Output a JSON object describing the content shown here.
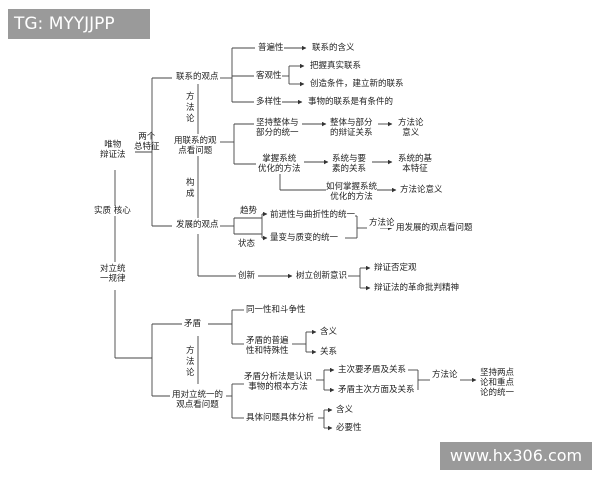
{
  "watermarks": {
    "top_left": "TG: MYYJJPP",
    "bottom_right": "www.hx306.com"
  },
  "root": "唯物\n辩证法",
  "root_edges": {
    "two_features": "两个\n总特征",
    "essence_core": "实质 核心"
  },
  "connection": {
    "title": "联系的观点",
    "universal": "普遍性",
    "universal_meaning": "联系的含义",
    "objective": "客观性",
    "objective_a": "把握真实联系",
    "objective_b": "创造条件，建立新的联系",
    "diverse": "多样性",
    "diverse_meaning": "事物的联系是有条件的",
    "method_link": "方\n法\n论"
  },
  "view_problems": {
    "title": "用联系的观\n点看问题",
    "whole_part": "坚持整体与\n部分的统一",
    "whole_part_rel": "整体与部分\n的辩证关系",
    "whole_part_method": "方法论\n意义",
    "system_opt": "掌握系统\n优化的方法",
    "system_elements": "系统与要\n素的关系",
    "system_features": "系统的基\n本特征",
    "how_master": "如何掌握系统\n优化的方法",
    "how_master_method": "方法论意义",
    "compose_link": "构\n成"
  },
  "development": {
    "title": "发展的观点",
    "trend": "趋势",
    "state": "状态",
    "progress_tortuous": "前进性与曲折性的统一",
    "quantitative_qualitative": "量变与质变的统一",
    "methodology": "方法论",
    "view_dev": "用发展的观点看问题",
    "innovation": "创新",
    "innovation_consciousness": "树立创新意识",
    "dialectical_negation": "辩证否定观",
    "critical_spirit": "辩证法的革命批判精神"
  },
  "unity_law": "对立统\n一规律",
  "contradiction": {
    "title": "矛盾",
    "identity_struggle": "同一性和斗争性",
    "universality_particularity": "矛盾的普遍\n性和特殊性",
    "meaning": "含义",
    "relation": "关系",
    "method_link": "方\n法\n论"
  },
  "unity_view": {
    "title": "用对立统一的\n观点看问题",
    "analysis": "矛盾分析法是认识\n事物的根本方法",
    "primary_secondary": "主次要矛盾及关系",
    "aspects": "矛盾主次方面及关系",
    "methodology": "方法论",
    "two_point": "坚持两点\n论和重点\n论的统一",
    "concrete": "具体问题具体分析",
    "concrete_meaning": "含义",
    "concrete_necessity": "必要性"
  }
}
